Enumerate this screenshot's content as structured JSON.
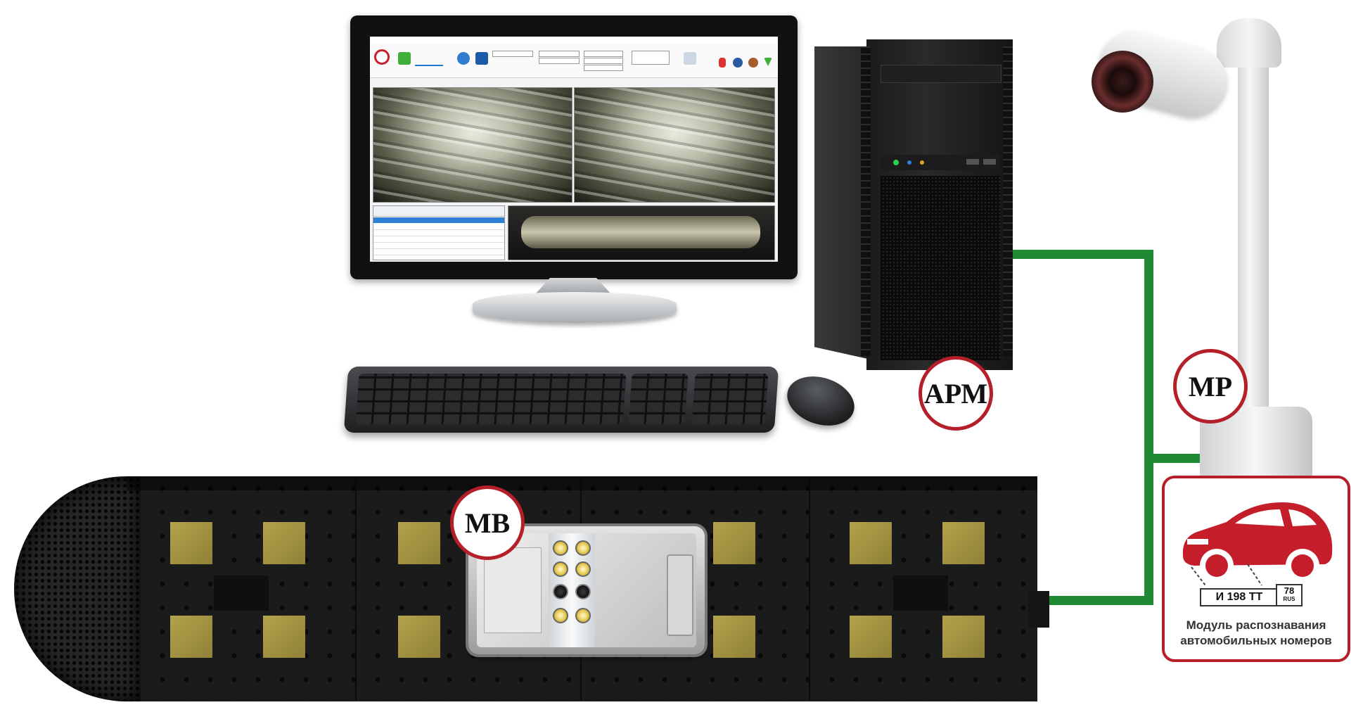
{
  "labels": {
    "arm": "АРМ",
    "mr": "МР",
    "mv": "МВ"
  },
  "lpr_module": {
    "caption_line1": "Модуль распознавания",
    "caption_line2": "автомобильных номеров",
    "plate_main": "И 198 ТТ",
    "plate_region": "78",
    "plate_country": "RUS"
  },
  "colors": {
    "accent_red": "#b51f2a",
    "wire_green": "#1f8a31",
    "pad_yellow": "#b3a24c"
  },
  "icons": [
    "monitor-icon",
    "tower-pc-icon",
    "keyboard-icon",
    "mouse-icon",
    "ip-camera-icon",
    "car-icon"
  ]
}
